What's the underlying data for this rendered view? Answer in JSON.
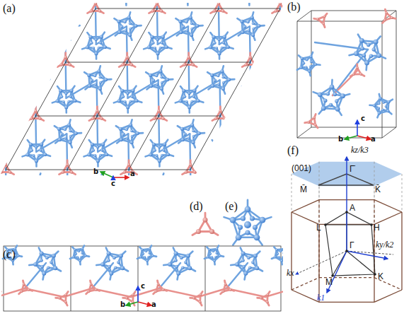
{
  "diagram": {
    "labels": [
      "(a)",
      "a",
      "b",
      "c",
      "(b)",
      "a",
      "b",
      "c",
      "(c)",
      "a",
      "b",
      "c",
      "(d)",
      "(e)",
      "(f)",
      "kz/k3",
      "(001)",
      "M̄",
      "Γ̄",
      "K̄",
      "A",
      "L",
      "H",
      "Γ",
      "M",
      "K",
      "kx",
      "ky/k2",
      "k1"
    ]
  }
}
